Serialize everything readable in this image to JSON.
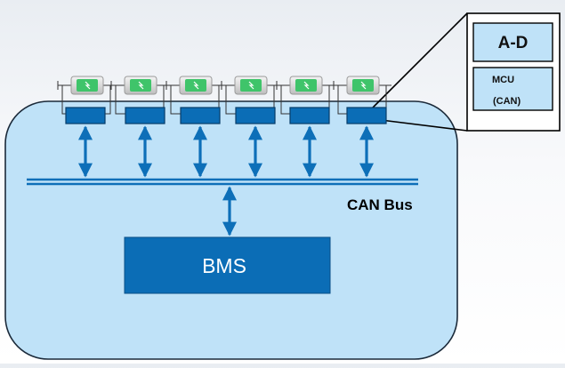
{
  "diagram": {
    "bus_label": "CAN Bus",
    "bms_label": "BMS",
    "inset": {
      "top_label": "A-D",
      "bottom_label_line1": "MCU",
      "bottom_label_line2": "(CAN)"
    },
    "cells": [
      {
        "name": "cell-1"
      },
      {
        "name": "cell-2"
      },
      {
        "name": "cell-3"
      },
      {
        "name": "cell-4"
      },
      {
        "name": "cell-5"
      },
      {
        "name": "cell-6"
      }
    ],
    "colors": {
      "pack_fill": "#bfe2f8",
      "pack_stroke": "#1b2a3a",
      "module_blue": "#0b6db6",
      "arrow_blue": "#0d6fb8",
      "cell_green": "#3fc46a",
      "inset_cell": "#1f6fc0"
    }
  }
}
